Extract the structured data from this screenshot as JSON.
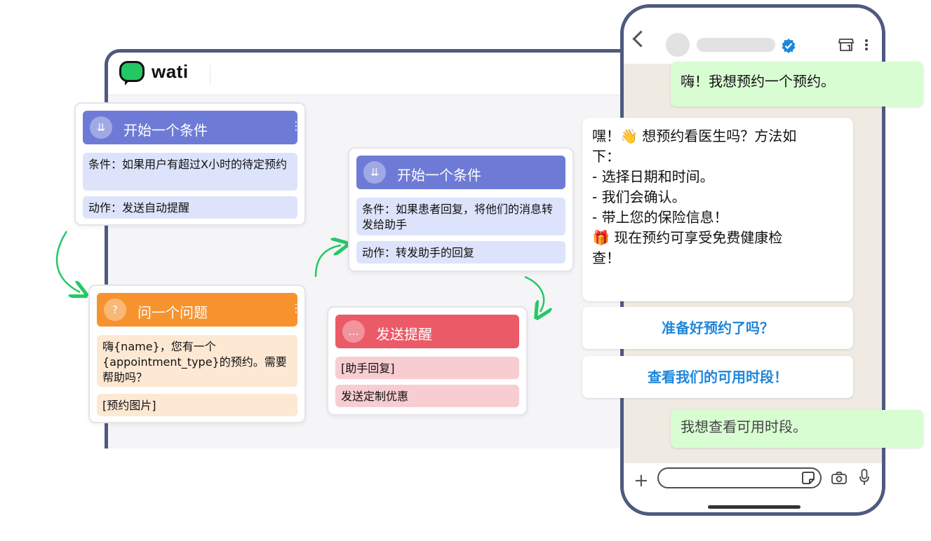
{
  "app": {
    "logo_text": "wati"
  },
  "flow": {
    "card1": {
      "title": "开始一个条件",
      "condition": "条件：如果用户有超过X小时的待定预约",
      "action": "动作：发送自动提醒"
    },
    "card2": {
      "title": "开始一个条件",
      "condition": "条件：如果患者回复，将他们的消息转发给助手",
      "action": "动作：转发助手的回复"
    },
    "card3": {
      "title": "问一个问题",
      "question": "嗨{name}，您有一个{appointment_type}的预约。需要帮助吗？",
      "image": "[预约图片]"
    },
    "card4": {
      "title": "发送提醒",
      "item1": "[助手回复]",
      "item2": "发送定制优惠"
    }
  },
  "chat": {
    "msg_out1": "嗨！我想预约一个预约。",
    "msg_in": "嘿！👋 想预约看医生吗？方法如下：\n- 选择日期和时间。\n- 我们会确认。\n- 带上您的保险信息！\n🎁 现在预约可享受免费健康检查！",
    "cta1": "准备好预约了吗？",
    "cta2": "查看我们的可用时段！",
    "msg_out2": "我想查看可用时段。"
  },
  "colors": {
    "accent_blue": "#6e7bd6",
    "accent_orange": "#f7932e",
    "accent_red": "#ea5b67",
    "whatsapp_out": "#d9fdd3",
    "cta_blue": "#1f86d9",
    "arrow_green": "#23c865"
  }
}
